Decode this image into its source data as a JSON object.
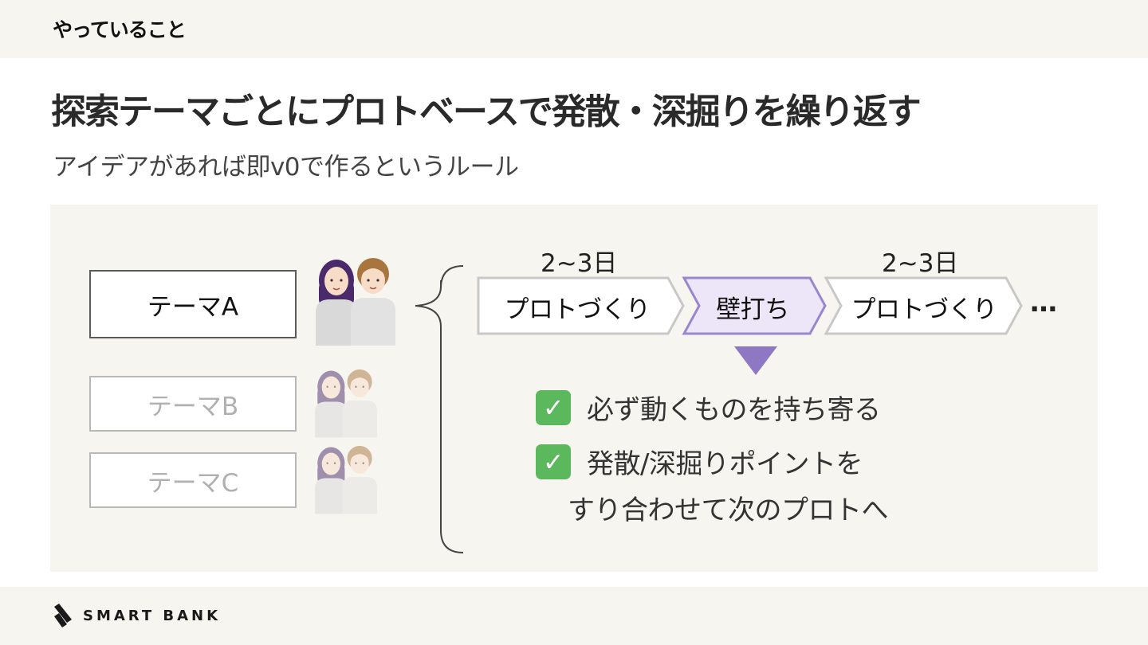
{
  "header": {
    "section_label": "やっていること"
  },
  "title": "探索テーマごとにプロトベースで発散・深掘りを繰り返す",
  "subtitle": "アイデアがあれば即v0で作るというルール",
  "themes": [
    {
      "label": "テーマA",
      "active": true
    },
    {
      "label": "テーマB",
      "active": false
    },
    {
      "label": "テーマC",
      "active": false
    }
  ],
  "flow": {
    "duration_labels": [
      "2~3日",
      "2~3日"
    ],
    "steps": [
      "プロトづくり",
      "壁打ち",
      "プロトづくり"
    ],
    "ellipsis": "…",
    "highlight_color": "#ede6f8",
    "highlight_border": "#9a86cf"
  },
  "checklist": {
    "icon": "check-mark-icon",
    "items": [
      {
        "line1": "必ず動くものを持ち寄る"
      },
      {
        "line1": "発散/深掘りポイントを",
        "line2": "すり合わせて次のプロトへ"
      }
    ]
  },
  "footer": {
    "brand": "SMART BANK"
  },
  "colors": {
    "panel_bg": "#f7f5f0",
    "accent_purple": "#9a86cf",
    "check_green": "#5cb85c"
  }
}
